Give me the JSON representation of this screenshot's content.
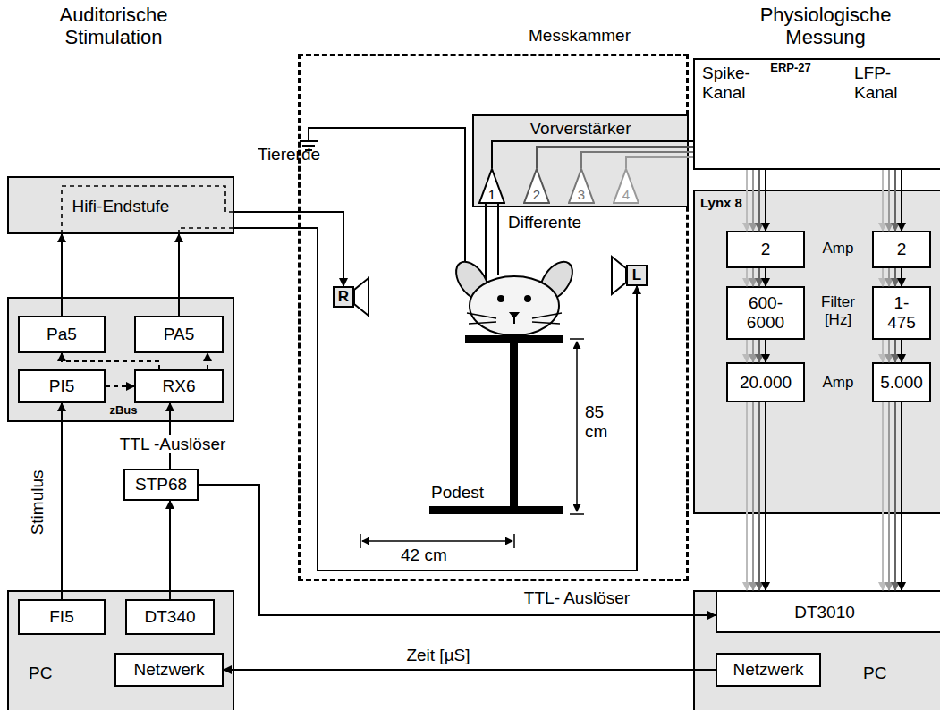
{
  "diagram": {
    "nodes": [
      {
        "text": [
          "Hifi-Endstufe"
        ]
      },
      {
        "text": [
          "zBus"
        ]
      },
      {
        "text": [
          "Pa5"
        ],
        "in": 1
      },
      {
        "text": [
          "PA5"
        ],
        "in": 1
      },
      {
        "text": [
          "PI5"
        ],
        "in": 1
      },
      {
        "text": [
          "RX6"
        ],
        "in": 1
      },
      {
        "text": [
          "STP68"
        ]
      },
      {
        "text": [
          "PC"
        ]
      },
      {
        "text": [
          "FI5"
        ],
        "in": 7
      },
      {
        "text": [
          "DT340"
        ],
        "in": 7
      },
      {
        "text": [
          "Netzwerk"
        ],
        "in": 7
      },
      {
        "text": [
          "Messkammer"
        ]
      },
      {
        "text": [
          "Vorverstärker"
        ],
        "in": 11
      },
      {
        "text": [
          "1"
        ],
        "in": 12
      },
      {
        "text": [
          "2"
        ],
        "in": 12
      },
      {
        "text": [
          "3"
        ],
        "in": 12
      },
      {
        "text": [
          "4"
        ],
        "in": 12
      },
      {
        "text": [
          "R"
        ],
        "in": 11
      },
      {
        "text": [
          "L"
        ],
        "in": 11
      },
      {
        "text": [
          "ERP-27",
          "Spike-Kanal",
          "LFP-Kanal"
        ]
      },
      {
        "text": [
          "Lynx 8"
        ]
      },
      {
        "text": [
          "2"
        ],
        "in": 20
      },
      {
        "text": [
          "2"
        ],
        "in": 20
      },
      {
        "text": [
          "600-6000"
        ],
        "in": 20
      },
      {
        "text": [
          "1-475"
        ],
        "in": 20
      },
      {
        "text": [
          "20.000"
        ],
        "in": 20
      },
      {
        "text": [
          "5.000"
        ],
        "in": 20
      },
      {
        "text": [
          "PC"
        ]
      },
      {
        "text": [
          "DT3010"
        ],
        "in": 27
      },
      {
        "text": [
          "Netzwerk"
        ],
        "in": 27
      }
    ],
    "edges": [
      {
        "from": 4,
        "to": 5,
        "arrow": "to"
      },
      {
        "from": 5,
        "to": 2,
        "arrow": "to"
      },
      {
        "from": 5,
        "to": 3,
        "arrow": "to"
      },
      {
        "from": 2,
        "to": 0,
        "arrow": "to"
      },
      {
        "from": 3,
        "to": 0,
        "arrow": "to"
      },
      {
        "from": 0,
        "to": 17,
        "arrow": "to"
      },
      {
        "from": 0,
        "to": 18,
        "arrow": "to"
      },
      {
        "from": 8,
        "to": 4,
        "label": "Stimulus",
        "arrow": "to"
      },
      {
        "from": 9,
        "to": 6,
        "arrow": "to"
      },
      {
        "from": 6,
        "to": 5,
        "label": "TTL -Auslöser",
        "arrow": "to"
      },
      {
        "from": 6,
        "to": 28,
        "label": "TTL- Auslöser",
        "arrow": "to"
      },
      {
        "from": 29,
        "to": 10,
        "label": "Zeit [µS]",
        "arrow": "to"
      },
      {
        "from": 13,
        "to": 19,
        "arrow": "none"
      },
      {
        "from": 14,
        "to": 19,
        "arrow": "none"
      },
      {
        "from": 15,
        "to": 19,
        "arrow": "none"
      },
      {
        "from": 16,
        "to": 19,
        "arrow": "none"
      },
      {
        "from": 19,
        "to": 21,
        "arrow": "to"
      },
      {
        "from": 19,
        "to": 22,
        "arrow": "to"
      },
      {
        "from": 21,
        "to": 23,
        "arrow": "to"
      },
      {
        "from": 23,
        "to": 25,
        "arrow": "to"
      },
      {
        "from": 22,
        "to": 24,
        "arrow": "to"
      },
      {
        "from": 24,
        "to": 26,
        "arrow": "to"
      },
      {
        "from": 25,
        "to": 28,
        "arrow": "to"
      },
      {
        "from": 26,
        "to": 28,
        "arrow": "to"
      }
    ],
    "labels": [
      "Auditorische Stimulation",
      "Physiologische Messung",
      "Tiererde",
      "Differente",
      "Amp",
      "Filter [Hz]",
      "Amp",
      "85 cm",
      "42 cm",
      "Podest"
    ]
  }
}
